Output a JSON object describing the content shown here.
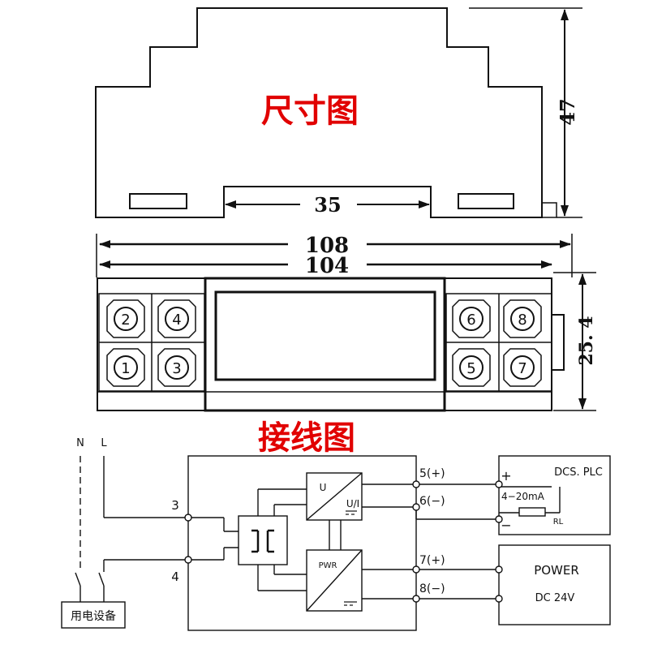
{
  "titles": {
    "dimension": "尺寸图",
    "wiring": "接线图"
  },
  "dimensions": {
    "height": "47",
    "rail_width": "35",
    "overall_length": "108",
    "body_length": "104",
    "terminal_height": "25. 4"
  },
  "terminals": {
    "t1": "1",
    "t2": "2",
    "t3": "3",
    "t4": "4",
    "t5": "5",
    "t6": "6",
    "t7": "7",
    "t8": "8"
  },
  "wiring": {
    "n_label": "N",
    "l_label": "L",
    "input_3": "3",
    "input_4": "4",
    "equipment": "用电设备",
    "out_5": "5(+)",
    "out_6": "6(−)",
    "out_7": "7(+)",
    "out_8": "8(−)",
    "block_u": "U",
    "block_ui": "U/I",
    "block_pwr": "PWR",
    "dcs_label": "DCS. PLC",
    "dcs_plus": "+",
    "dcs_minus": "−",
    "dcs_current": "4−20mA",
    "dcs_rl": "RL",
    "power_title": "POWER",
    "power_voltage": "DC 24V"
  },
  "colors": {
    "title_red": "#e10000",
    "line": "#111111"
  }
}
